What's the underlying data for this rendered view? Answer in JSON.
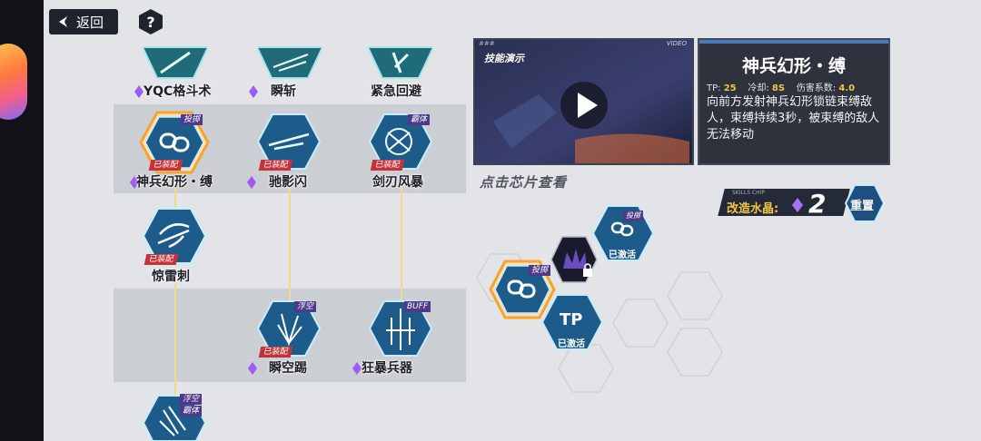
{
  "header": {
    "back_label": "返回",
    "help_label": "?"
  },
  "nodes": [
    {
      "name": "YQC格斗术",
      "badge": "",
      "tag": ""
    },
    {
      "name": "瞬斩",
      "badge": "",
      "tag": ""
    },
    {
      "name": "紧急回避",
      "badge": "",
      "tag": ""
    },
    {
      "name": "神兵幻形・缚",
      "badge": "已装配",
      "tag": "投掷"
    },
    {
      "name": "驰影闪",
      "badge": "已装配",
      "tag": ""
    },
    {
      "name": "剑刃风暴",
      "badge": "已装配",
      "tag": "霸体"
    },
    {
      "name": "惊雷刺",
      "badge": "已装配",
      "tag": ""
    },
    {
      "name": "瞬空踢",
      "badge": "已装配",
      "tag": "浮空"
    },
    {
      "name": "狂暴兵器",
      "badge": "",
      "tag": "BUFF"
    },
    {
      "name": "",
      "badge": "",
      "tag": "浮空",
      "tag2": "霸体"
    }
  ],
  "video": {
    "title": "技能演示",
    "top_left": "###",
    "top_right": "VIDEO"
  },
  "skill": {
    "title": "神兵幻形・缚",
    "tp_label": "TP:",
    "tp_value": "25",
    "cd_label": "冷却:",
    "cd_value": "8S",
    "dmg_label": "伤害系数:",
    "dmg_value": "4.0",
    "description": "向前方发射神兵幻形锁链束缚敌人，束缚持续3秒，被束缚的敌人无法移动"
  },
  "hint": "点击芯片查看",
  "chip_panel": {
    "caption": "SKILLS CHIP",
    "label": "改造水晶:",
    "count": "2",
    "reset_label": "重置"
  },
  "chips": [
    {
      "tag": "投掷",
      "status": ""
    },
    {
      "tag": "",
      "status": ""
    },
    {
      "tag": "投掷",
      "status": "已激活"
    },
    {
      "text": "TP",
      "status": "已激活"
    }
  ],
  "colors": {
    "hex_fill": "#1d5c8a",
    "hex_stroke": "#9fd4f5",
    "active_stroke": "#f3a431",
    "equipped_badge": "#c3343a"
  }
}
